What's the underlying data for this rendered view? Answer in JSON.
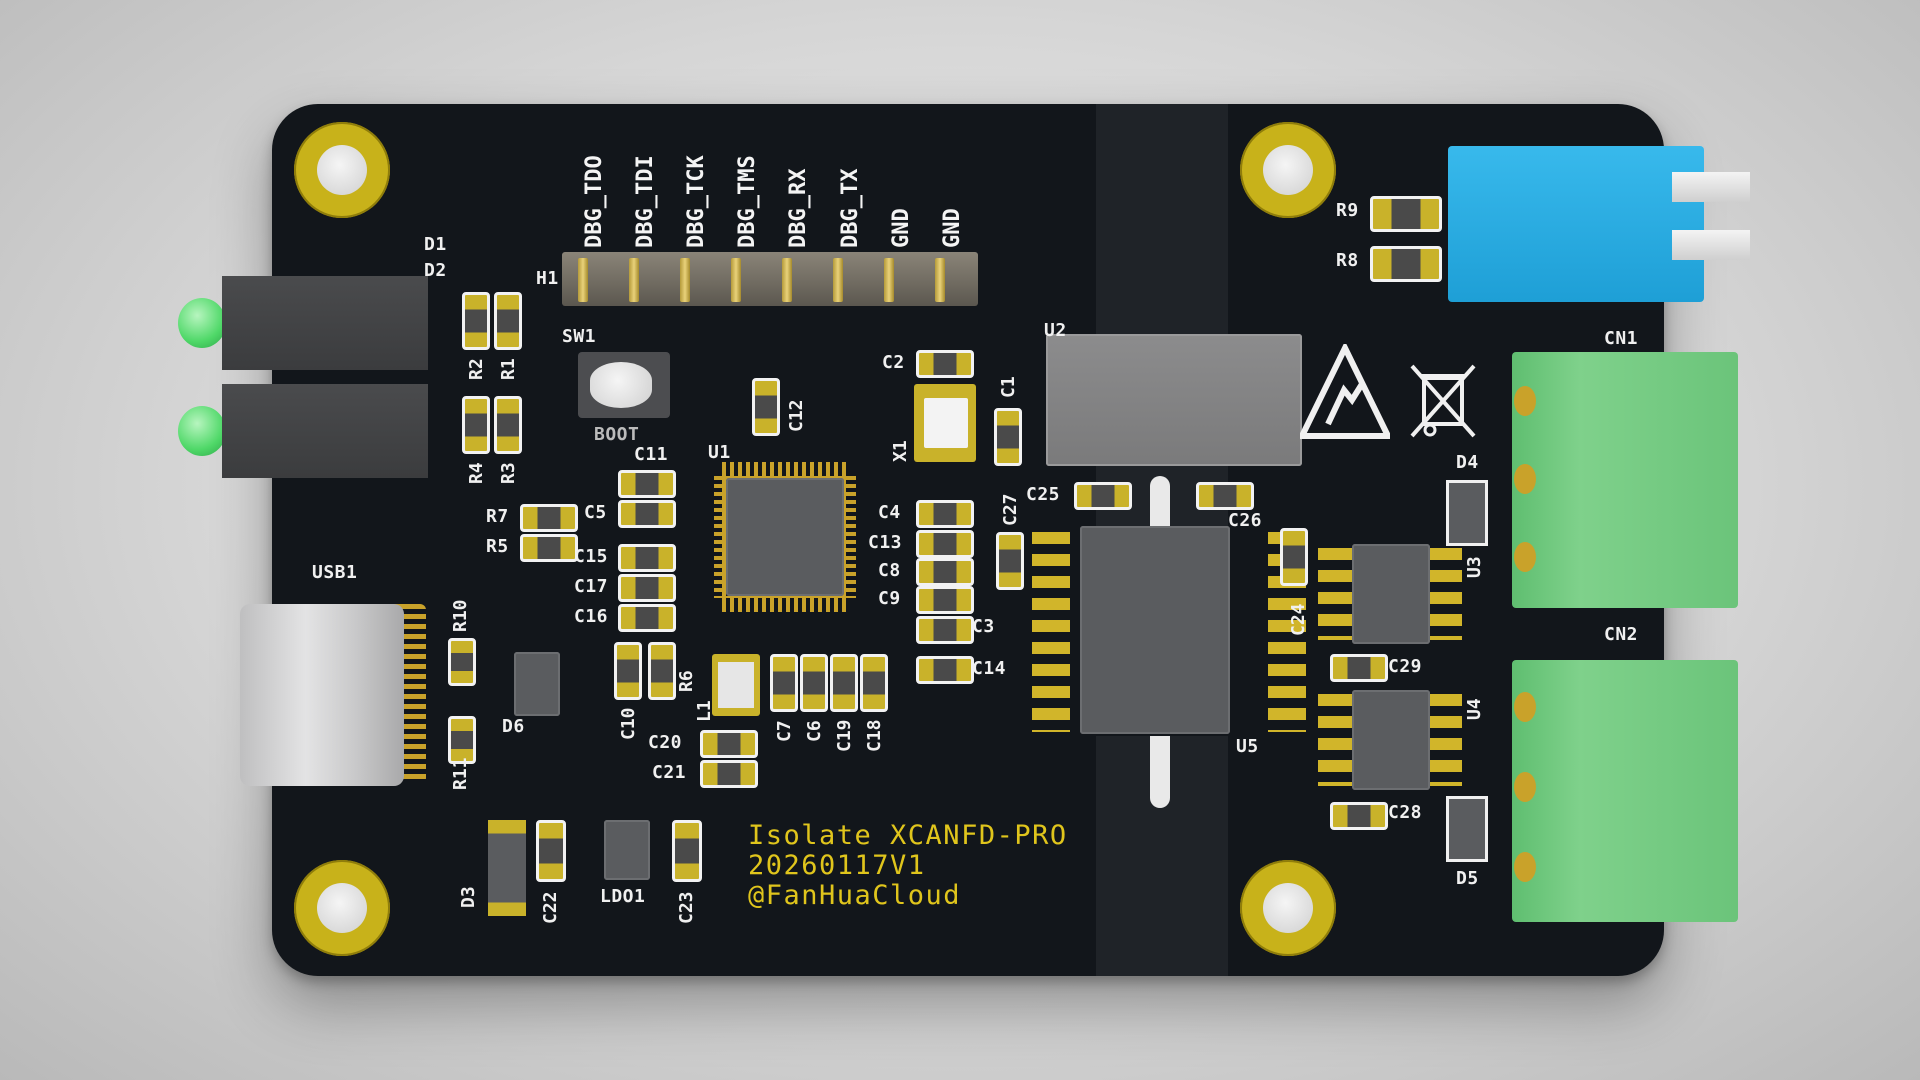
{
  "board": {
    "title": "Isolate XCANFD-PRO",
    "version": "20260117V1",
    "author": "@FanHuaCloud"
  },
  "header_h1": {
    "ref": "H1",
    "pins": [
      "DBG_TDO",
      "DBG_TDI",
      "DBG_TCK",
      "DBG_TMS",
      "DBG_RX",
      "DBG_TX",
      "GND",
      "GND"
    ]
  },
  "refdes": {
    "D1": "D1",
    "D2": "D2",
    "D3": "D3",
    "D4": "D4",
    "D5": "D5",
    "D6": "D6",
    "SW1": "SW1",
    "BOOT": "BOOT",
    "U1": "U1",
    "U2": "U2",
    "U3": "U3",
    "U4": "U4",
    "U5": "U5",
    "USB1": "USB1",
    "LDO1": "LDO1",
    "L1": "L1",
    "X1": "X1",
    "CN1": "CN1",
    "CN2": "CN2",
    "R1": "R1",
    "R2": "R2",
    "R3": "R3",
    "R4": "R4",
    "R5": "R5",
    "R6": "R6",
    "R7": "R7",
    "R8": "R8",
    "R9": "R9",
    "R10": "R10",
    "R11": "R11",
    "C1": "C1",
    "C2": "C2",
    "C3": "C3",
    "C4": "C4",
    "C5": "C5",
    "C6": "C6",
    "C7": "C7",
    "C8": "C8",
    "C9": "C9",
    "C10": "C10",
    "C11": "C11",
    "C12": "C12",
    "C13": "C13",
    "C14": "C14",
    "C15": "C15",
    "C16": "C16",
    "C17": "C17",
    "C18": "C18",
    "C19": "C19",
    "C20": "C20",
    "C21": "C21",
    "C22": "C22",
    "C23": "C23",
    "C24": "C24",
    "C25": "C25",
    "C26": "C26",
    "C27": "C27",
    "C28": "C28",
    "C29": "C29"
  },
  "colors": {
    "pcb": "#12161b",
    "gold_silk": "#e0c51c",
    "white_silk": "#f0f0f0",
    "terminal_green": "#7fd18b",
    "terminal_blue": "#1e9fd6"
  },
  "icons": [
    "esd-warning-icon",
    "weee-crossed-bin-icon"
  ]
}
